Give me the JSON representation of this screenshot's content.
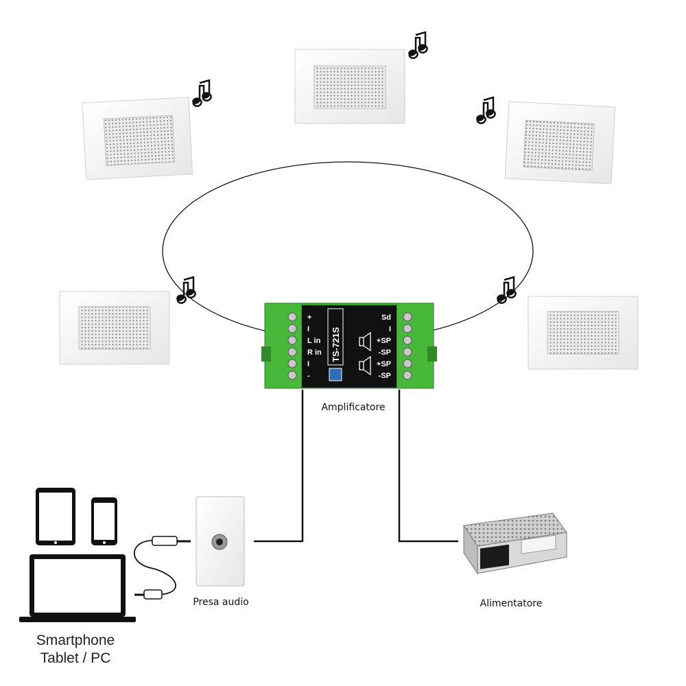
{
  "amplifier": {
    "label": "Amplificatore",
    "model": "TS-721S",
    "left_terminals": [
      "+",
      "I",
      "L in",
      "R in",
      "I",
      "-"
    ],
    "right_terminals": [
      "Sd",
      "I",
      "+SP",
      "-SP",
      "+SP",
      "-SP"
    ]
  },
  "audio_socket": {
    "label": "Presa audio"
  },
  "power_supply": {
    "label": "Alimentatore"
  },
  "devices": {
    "line1": "Smartphone",
    "line2": "Tablet / PC"
  },
  "colors": {
    "terminal_green": "#3fa535",
    "amp_body": "#111111",
    "speaker_plate": "#f2f2f2",
    "speaker_grille": "#d9d9d9",
    "wire": "#111111",
    "note": "#111111"
  },
  "icons": {
    "speaker": "wall-speaker-icon",
    "note": "music-note-icon",
    "tablet": "tablet-icon",
    "phone": "smartphone-icon",
    "laptop": "laptop-icon",
    "cable": "audio-jack-cable-icon",
    "socket": "audio-socket-icon",
    "psu": "power-supply-icon"
  }
}
